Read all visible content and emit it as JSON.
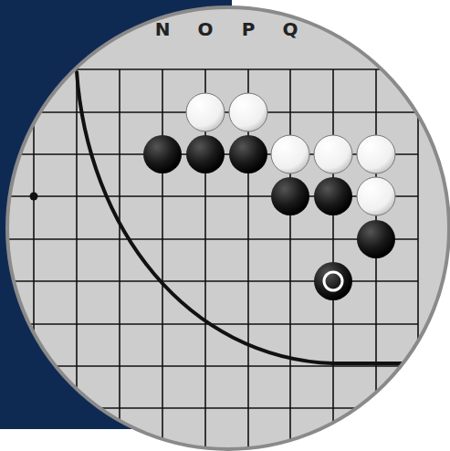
{
  "diagram": {
    "labels": [
      "N",
      "O",
      "P",
      "Q"
    ]
  }
}
